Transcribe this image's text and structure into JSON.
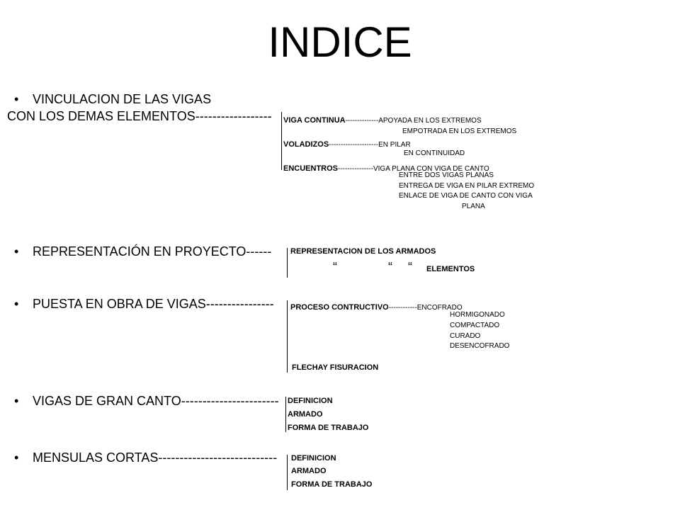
{
  "title": "INDICE",
  "bullet": "•",
  "section1": {
    "line1": "VINCULACION DE LAS VIGAS",
    "line2": "CON LOS DEMAS ELEMENTOS",
    "dashes": "------------------",
    "viga_continua": {
      "label": "VIGA CONTINUA",
      "dashes": "--------------",
      "items": [
        "APOYADA  EN LOS EXTREMOS",
        "EMPOTRADA EN LOS EXTREMOS"
      ]
    },
    "voladizos": {
      "label": "VOLADIZOS",
      "dashes": "---------------------",
      "items": [
        "EN  PILAR",
        "EN CONTINUIDAD"
      ]
    },
    "encuentros": {
      "label": "ENCUENTROS",
      "dashes": "---------------",
      "items": [
        "VIGA  PLANA CON VIGA DE CANTO",
        "ENTRE DOS VIGAS PLANAS",
        "ENTREGA DE VIGA EN PILAR EXTREMO",
        "ENLACE DE VIGA DE CANTO CON VIGA",
        "PLANA"
      ]
    }
  },
  "section2": {
    "label": "REPRESENTACIÓN EN PROYECTO",
    "dashes": "------",
    "items": [
      "REPRESENTACION  DE LOS ARMADOS",
      "ELEMENTOS"
    ],
    "ditto": "“"
  },
  "section3": {
    "label": "PUESTA EN OBRA DE VIGAS",
    "dashes": "----------------",
    "proceso": {
      "label": "PROCESO  CONTRUCTIVO",
      "dashes": "------------",
      "items": [
        "ENCOFRADO",
        "HORMIGONADO",
        "COMPACTADO",
        "CURADO",
        "DESENCOFRADO"
      ]
    },
    "flecha": "FLECHAY  FISURACION"
  },
  "section4": {
    "label": "VIGAS DE GRAN CANTO",
    "dashes": "-----------------------",
    "items": [
      "DEFINICION",
      "ARMADO",
      "FORMA  DE TRABAJO"
    ]
  },
  "section5": {
    "label": "MENSULAS CORTAS",
    "dashes": "----------------------------",
    "items": [
      "DEFINICION",
      "ARMADO",
      "FORMA  DE TRABAJO"
    ]
  }
}
